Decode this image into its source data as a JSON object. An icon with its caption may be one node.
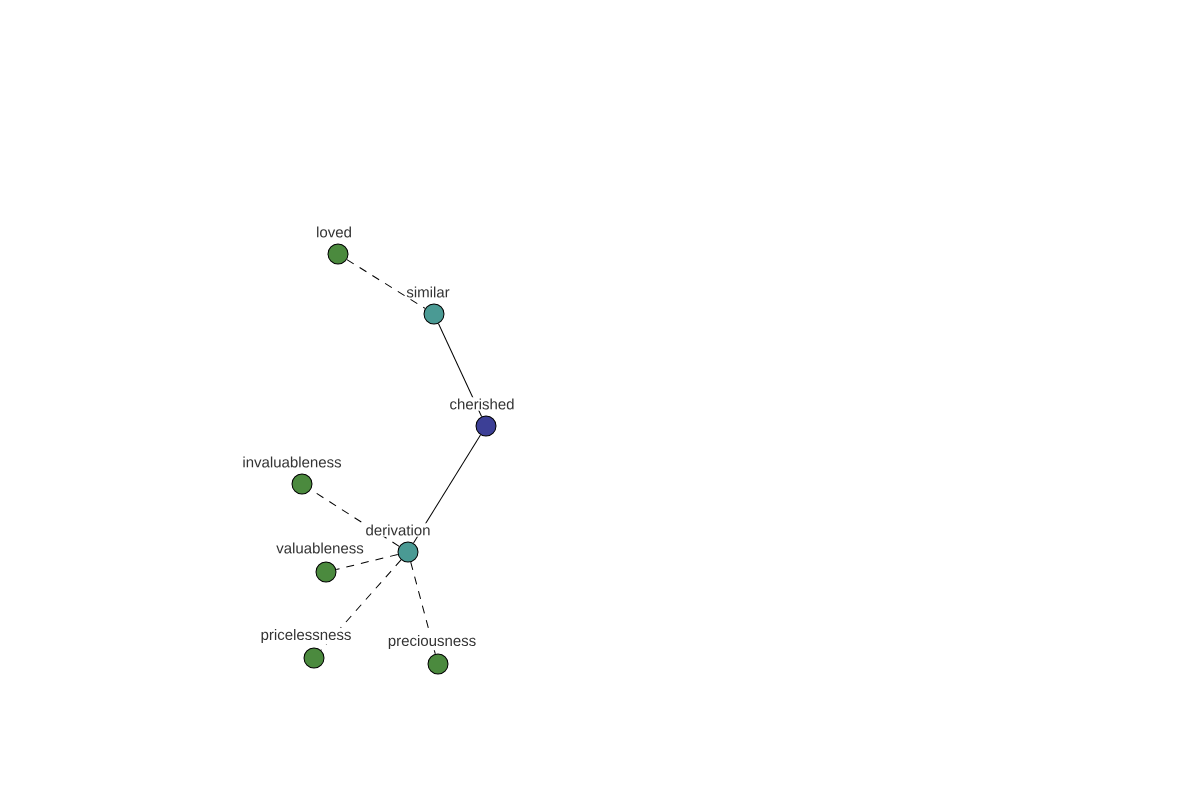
{
  "diagram": {
    "nodes": [
      {
        "text": [
          "loved"
        ]
      },
      {
        "text": [
          "similar"
        ]
      },
      {
        "text": [
          "cherished"
        ]
      },
      {
        "text": [
          "invaluableness"
        ]
      },
      {
        "text": [
          "derivation"
        ]
      },
      {
        "text": [
          "valuableness"
        ]
      },
      {
        "text": [
          "pricelessness"
        ]
      },
      {
        "text": [
          "preciousness"
        ]
      }
    ],
    "edges": [
      {
        "from": 0,
        "to": 1,
        "arrow": "none",
        "style": "dashed"
      },
      {
        "from": 1,
        "to": 2,
        "arrow": "none"
      },
      {
        "from": 2,
        "to": 4,
        "arrow": "none"
      },
      {
        "from": 4,
        "to": 3,
        "arrow": "none",
        "style": "dashed"
      },
      {
        "from": 4,
        "to": 5,
        "arrow": "none",
        "style": "dashed"
      },
      {
        "from": 4,
        "to": 6,
        "arrow": "none",
        "style": "dashed"
      },
      {
        "from": 4,
        "to": 7,
        "arrow": "none",
        "style": "dashed"
      }
    ]
  }
}
